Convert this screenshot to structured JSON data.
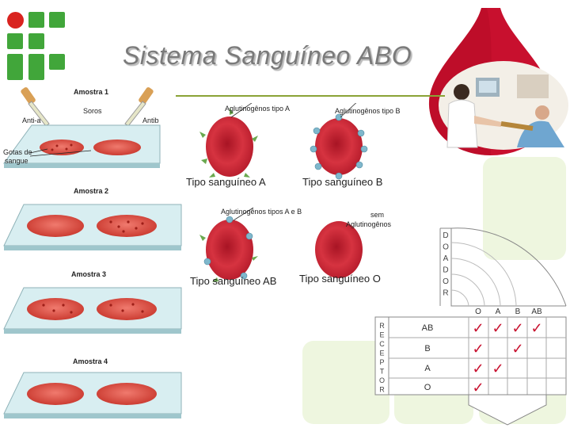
{
  "title": "Sistema Sanguíneo ABO",
  "samples": {
    "s1": "Amostra 1",
    "s2": "Amostra 2",
    "s3": "Amostra 3",
    "s4": "Amostra 4",
    "anti_a": "Anti-a",
    "anti_b": "Antib",
    "soros": "Soros",
    "gotas_line1": "Gotas de",
    "gotas_line2": "sangue"
  },
  "cells": {
    "aglut_a": "Aglutinogênos tipo A",
    "aglut_b": "Aglutinogênos tipo B",
    "aglut_ab": "Aglutinogênos tipos A e B",
    "sem_line1": "sem",
    "sem_line2": "Aglutinogênos",
    "tipo_a": "Tipo sanguíneo A",
    "tipo_b": "Tipo sanguíneo B",
    "tipo_ab": "Tipo sanguíneo AB",
    "tipo_o": "Tipo sanguíneo O"
  },
  "compat": {
    "donor_word": [
      "D",
      "O",
      "A",
      "D",
      "O",
      "R"
    ],
    "receiver_word": [
      "R",
      "E",
      "C",
      "E",
      "P",
      "T",
      "O",
      "R"
    ],
    "donor_cols": [
      "O",
      "A",
      "B",
      "AB"
    ],
    "receiver_rows": [
      "AB",
      "B",
      "A",
      "O"
    ],
    "checks": [
      [
        true,
        true,
        true,
        true
      ],
      [
        true,
        false,
        true,
        false
      ],
      [
        true,
        true,
        false,
        false
      ],
      [
        true,
        false,
        false,
        false
      ]
    ],
    "check_glyph": "✓"
  },
  "colors": {
    "accent_red": "#c8102e",
    "logo_green": "#41a63a",
    "logo_red": "#d9231f",
    "line": "#8aa336"
  }
}
